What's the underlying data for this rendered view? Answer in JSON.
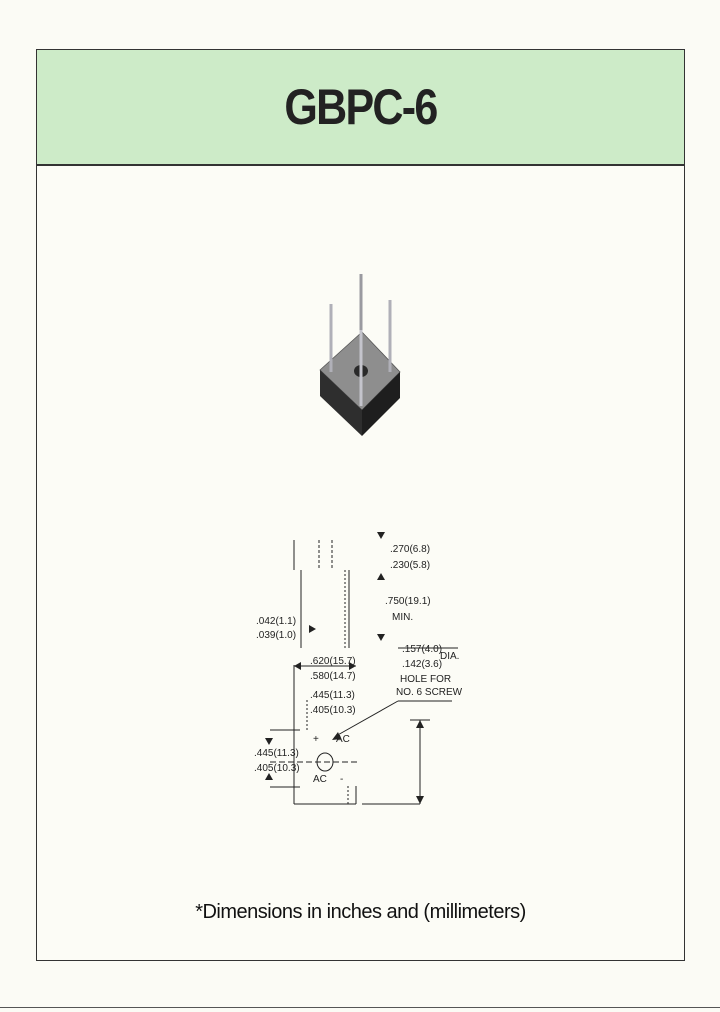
{
  "title": "GBPC-6",
  "footnote": "*Dimensions in inches and (millimeters)",
  "dimensions": {
    "lead_length_top": ".270(6.8)",
    "lead_length_bottom": ".230(5.8)",
    "lead_min_top": ".750(19.1)",
    "lead_min_bottom": "MIN.",
    "lead_dia_top": ".042(1.1)",
    "lead_dia_bottom": ".039(1.0)",
    "body_width_top": ".620(15.7)",
    "body_width_bottom": ".580(14.7)",
    "hole_dia_top": ".157(4.0)",
    "hole_dia_suffix": "DIA.",
    "hole_dia_bottom": ".142(3.6)",
    "hole_note_1": "HOLE FOR",
    "hole_note_2": "NO. 6 SCREW",
    "pin_spacing_top": ".445(11.3)",
    "pin_spacing_bottom": ".405(10.3)",
    "side_spacing_top": ".445(11.3)",
    "side_spacing_bottom": ".405(10.3)",
    "pin_plus": "+",
    "pin_minus": "-",
    "pin_ac_1": "AC",
    "pin_ac_2": "AC"
  }
}
